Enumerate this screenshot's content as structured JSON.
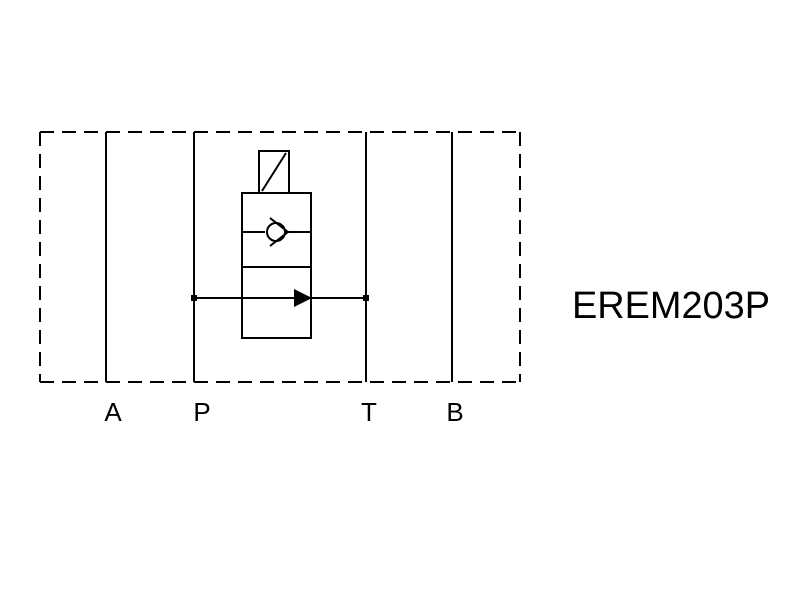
{
  "diagram": {
    "model": "EREM203P",
    "ports": {
      "a": "A",
      "p": "P",
      "t": "T",
      "b": "B"
    },
    "colors": {
      "line": "#000000",
      "background": "#ffffff"
    }
  }
}
